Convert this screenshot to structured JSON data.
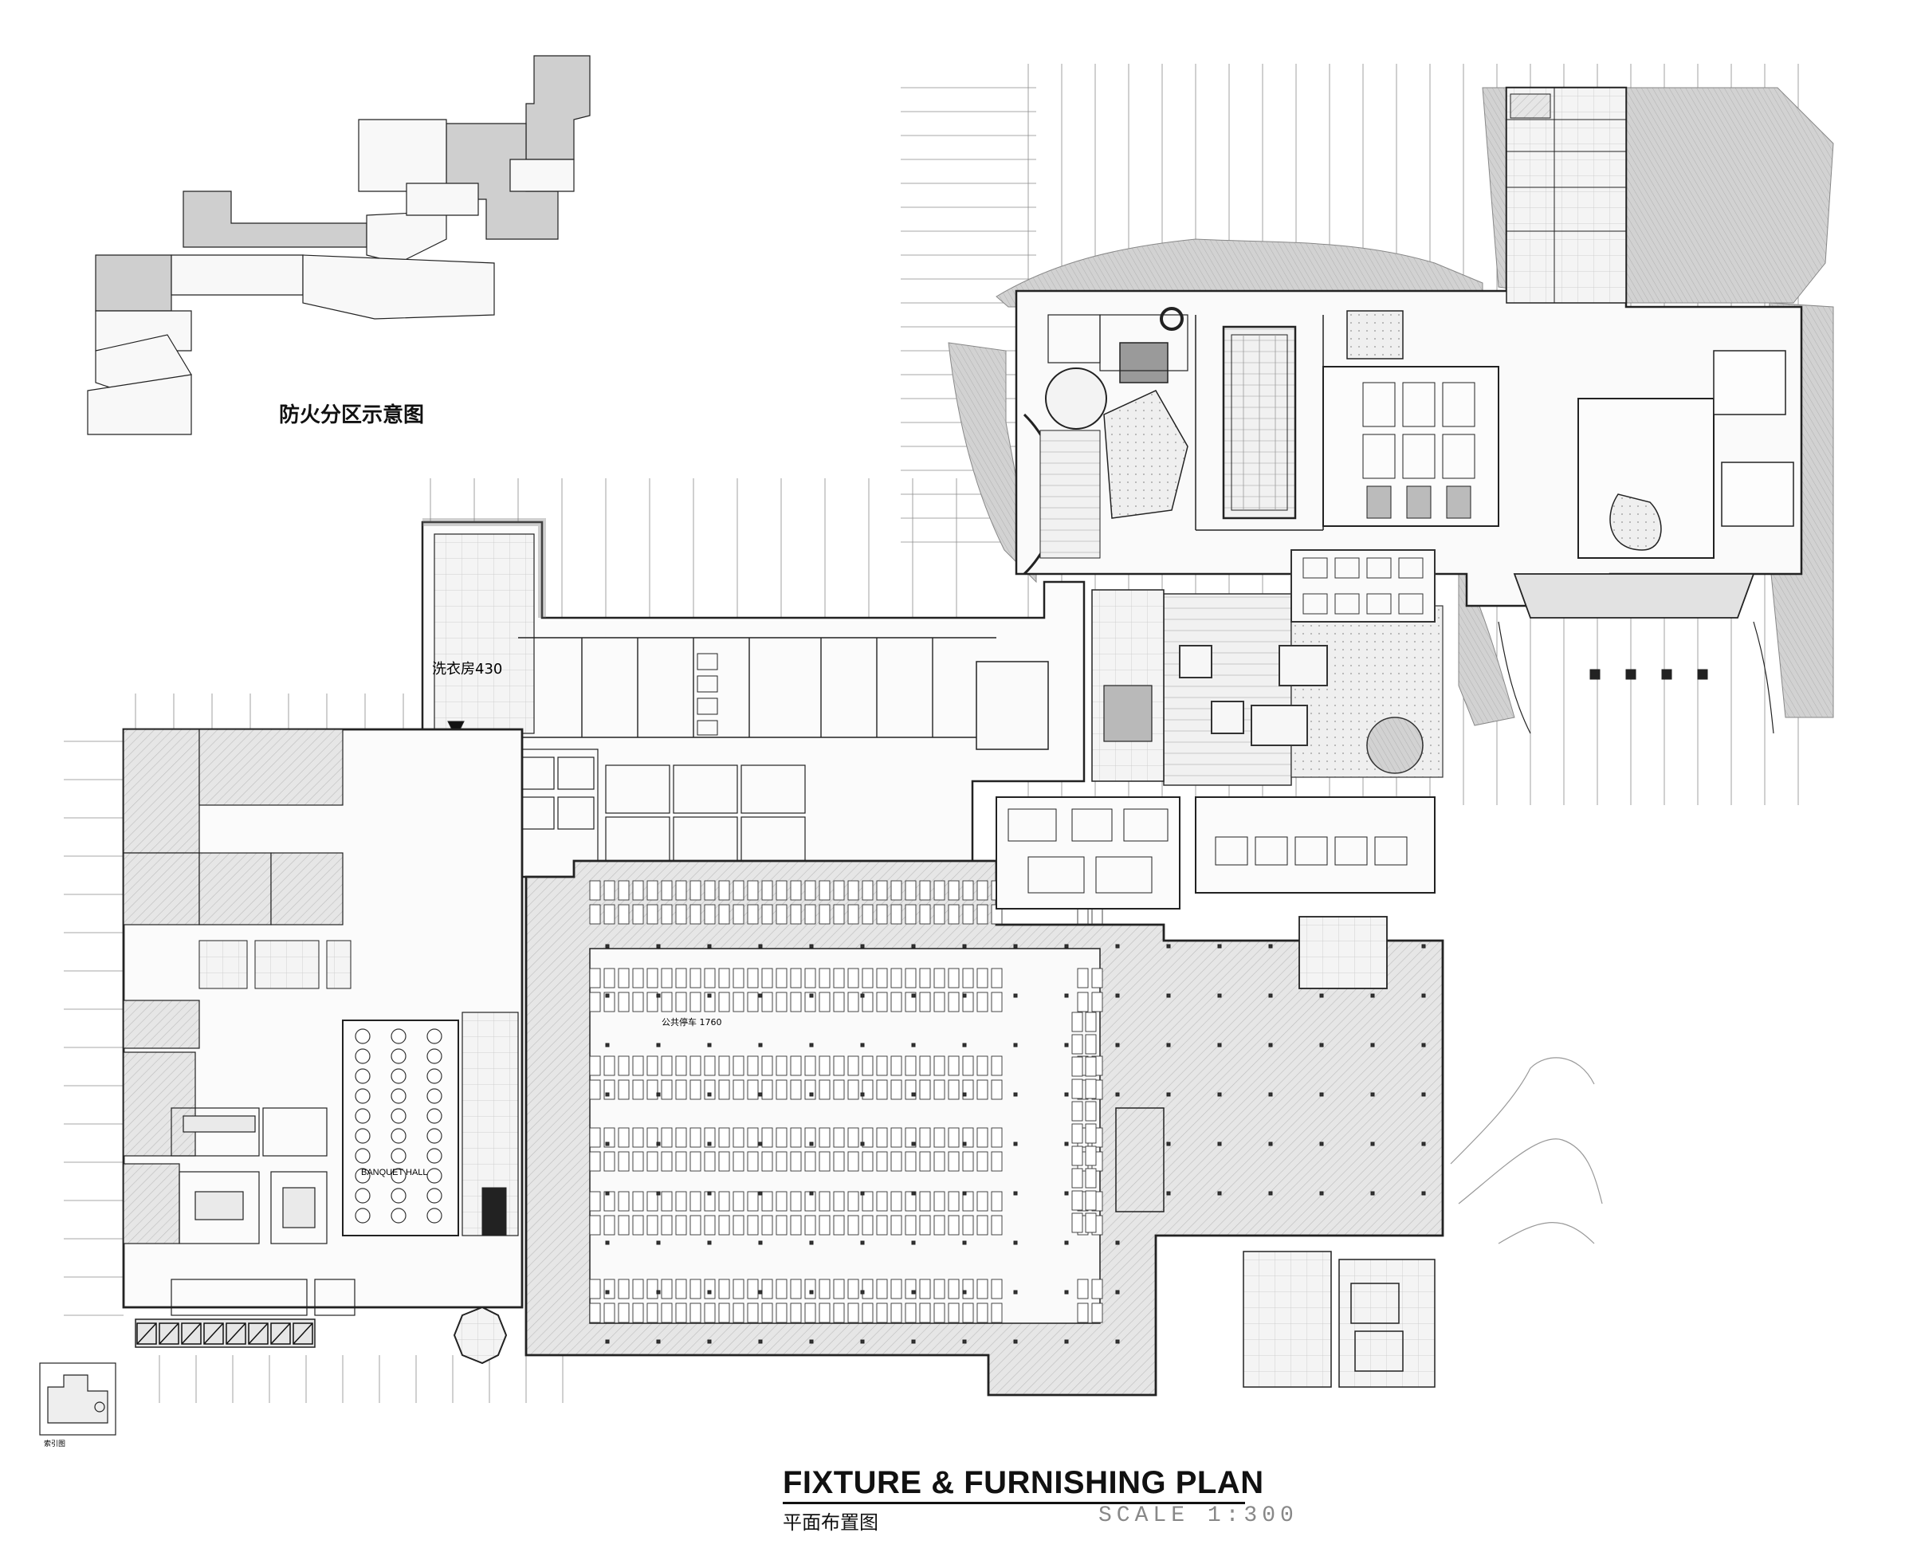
{
  "sheet": {
    "title": "FIXTURE & FURNISHING PLAN",
    "subtitle": "平面布置图",
    "scale": "SCALE 1:300"
  },
  "fire_zone_key": {
    "title": "防火分区示意图"
  },
  "room_labels": {
    "laundry": "洗衣房430",
    "banquet_hall": "BANQUET HALL",
    "parking": "公共停车 1760",
    "key_plan": "索引图"
  },
  "colors": {
    "line": "#222222",
    "hatch": "#dcdcdc",
    "landscape": "#c9c9c9",
    "paper": "#ffffff"
  }
}
